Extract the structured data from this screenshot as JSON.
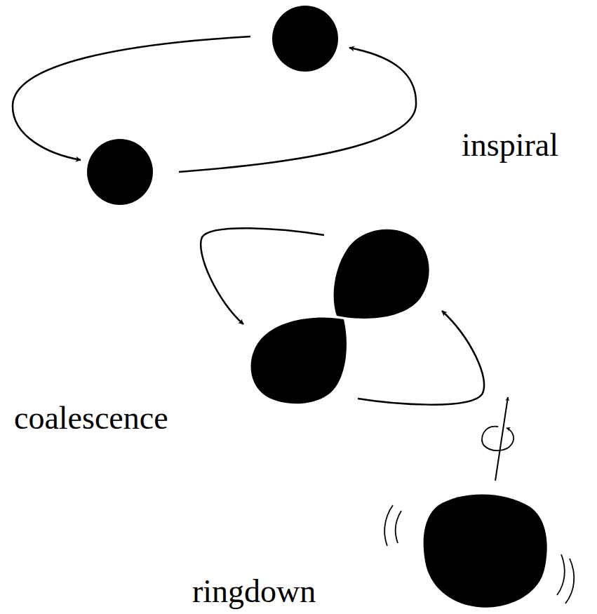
{
  "diagram": {
    "labels": [
      "inspiral",
      "coalescence",
      "ringdown"
    ]
  }
}
